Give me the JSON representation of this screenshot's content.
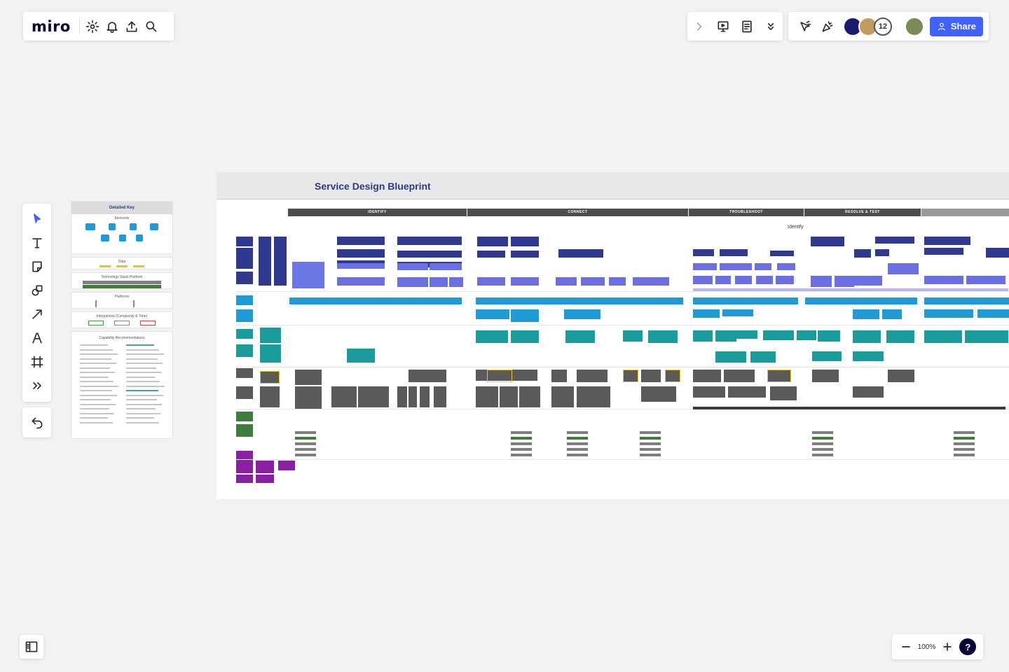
{
  "app": {
    "logo": "miro"
  },
  "zoom": {
    "level": "100%"
  },
  "share": {
    "label": "Share"
  },
  "collab": {
    "count": "12"
  },
  "help": {
    "label": "?"
  },
  "board": {
    "title": "Service Design Blueprint",
    "phases": [
      "IDENTIFY",
      "CONNECT",
      "TROUBLESHOOT",
      "RESOLVE & TEST"
    ],
    "identify_label": "Identify"
  },
  "key": {
    "title": "Detailed Key",
    "sections": [
      "Elements",
      "Data",
      "Technology Stack Platform",
      "Platforms",
      "Integrations (Complexity & Time)",
      "Capability Recommendations"
    ]
  },
  "colors": {
    "accent": "#4262ff",
    "navy": "#2f3a8f",
    "blue": "#6b6fe0",
    "cyan": "#1e9ad6",
    "teal": "#1a9c9c",
    "gray": "#5a5a5a",
    "green": "#3e7d3e",
    "purple": "#8b1fa3"
  },
  "icons": [
    "chevron-right-icon",
    "present-icon",
    "notes-icon",
    "chevrons-down-icon",
    "settings-icon",
    "bell-icon",
    "upload-icon",
    "search-icon",
    "select-icon",
    "text-icon",
    "sticky-note-icon",
    "shapes-icon",
    "arrow-icon",
    "pen-icon",
    "frame-icon",
    "more-icon",
    "undo-icon",
    "panel-icon",
    "celebrate-icon",
    "cursor-icon",
    "user-icon"
  ]
}
